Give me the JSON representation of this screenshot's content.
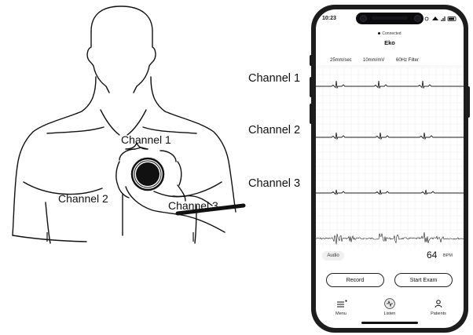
{
  "figure": {
    "channel_labels": [
      "Channel 1",
      "Channel 2",
      "Channel 3"
    ]
  },
  "outer_labels": [
    "Channel 1",
    "Channel 2",
    "Channel 3"
  ],
  "phone": {
    "status": {
      "time": "10:23"
    },
    "connection_status": "Connected",
    "app_title": "Eko",
    "ecg_settings": [
      "25mm/sec",
      "10mm/mV",
      "60Hz Filter"
    ],
    "audio_label": "Audio",
    "heart_rate": {
      "value": "64",
      "unit": "BPM"
    },
    "buttons": {
      "record": "Record",
      "start_exam": "Start Exam"
    },
    "nav": {
      "menu": "Menu",
      "listen": "Listen",
      "patients": "Patients"
    },
    "colors": {
      "frame": "#1d1d1f",
      "trace": "#222222",
      "grid": "#e6e6e6"
    }
  }
}
